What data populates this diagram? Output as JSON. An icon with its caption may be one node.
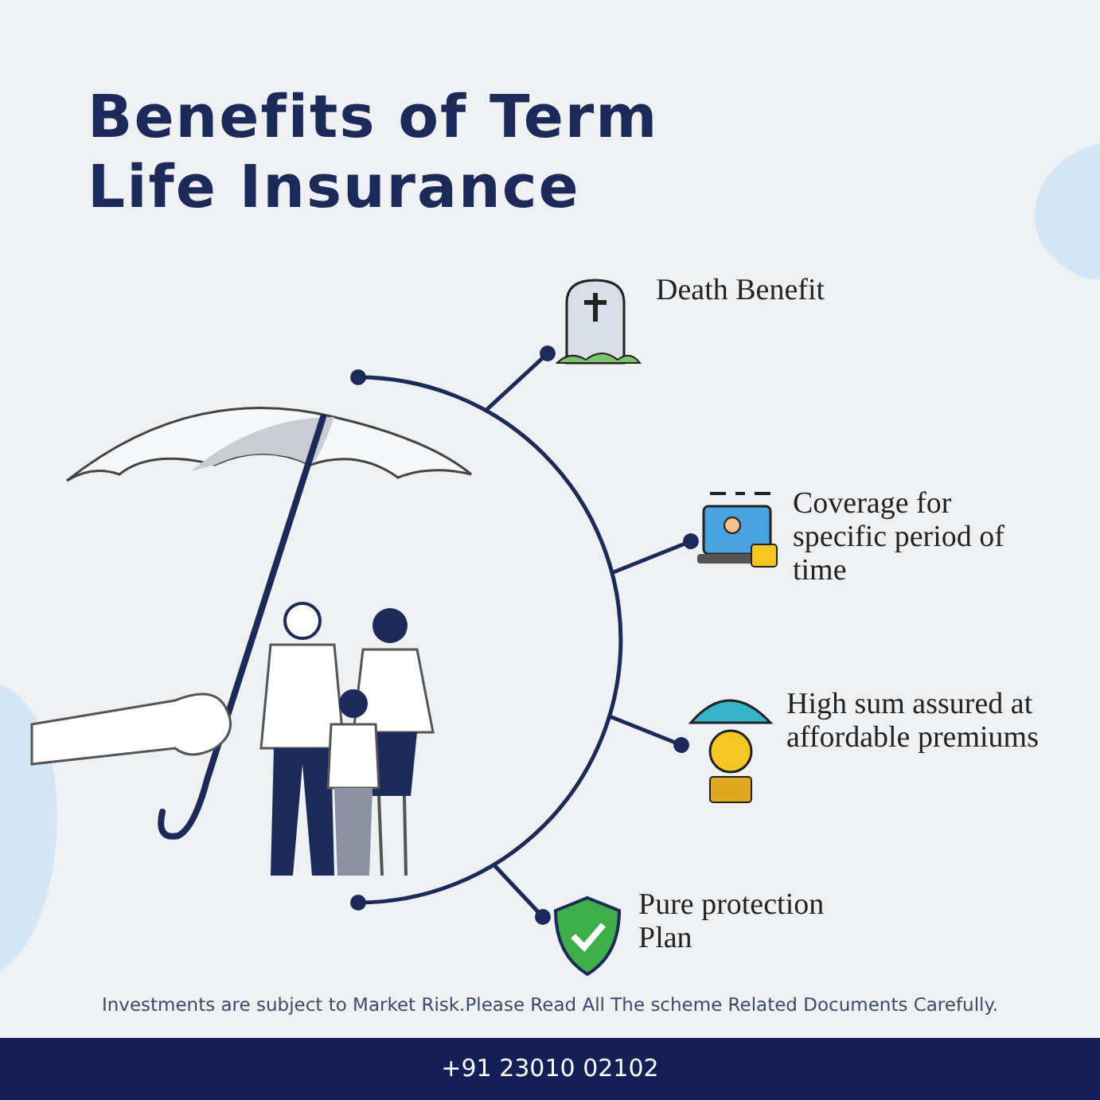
{
  "diagram": {
    "title": "Benefits of Term Life Insurance",
    "nodes": [
      {
        "text": [
          "Death Benefit"
        ]
      },
      {
        "text": [
          "Coverage for specific period of time"
        ]
      },
      {
        "text": [
          "High sum assured at affordable premiums"
        ]
      },
      {
        "text": [
          "Pure protection Plan"
        ]
      }
    ],
    "edges": [
      {
        "from": null,
        "to": 0,
        "arrow": "other"
      },
      {
        "from": null,
        "to": 1,
        "arrow": "other"
      },
      {
        "from": null,
        "to": 2,
        "arrow": "other"
      },
      {
        "from": null,
        "to": 3,
        "arrow": "other"
      }
    ],
    "labels": [
      "Investments are subject to Market Risk.Please Read All The scheme Related Documents Carefully.",
      "+91 23010 02102"
    ]
  }
}
